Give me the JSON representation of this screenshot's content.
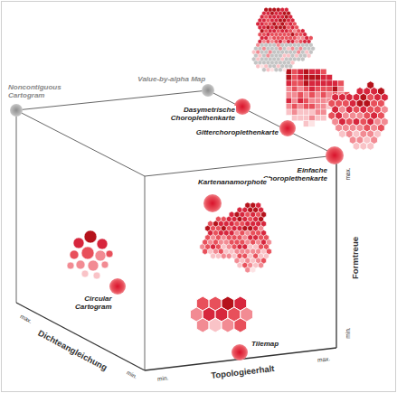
{
  "diagram": {
    "nodes": [
      {
        "text": [
          "Noncontiguous Cartogram"
        ]
      },
      {
        "text": [
          "Value-by-alpha Map"
        ]
      },
      {
        "text": [
          "Dasymetrische Choroplethenkarte"
        ]
      },
      {
        "text": [
          "Gitterchoroplethenkarte"
        ]
      },
      {
        "text": [
          "Einfache Choroplethenkarte"
        ]
      },
      {
        "text": [
          "Kartenanamorphote"
        ]
      },
      {
        "text": [
          "Circular Cartogram"
        ]
      },
      {
        "text": [
          "Tilemap"
        ]
      }
    ],
    "labels": [
      "Formtreue",
      "max.",
      "min.",
      "Dichteangleichung",
      "max.",
      "min.",
      "Topologieerhalt",
      "min.",
      "max."
    ]
  }
}
